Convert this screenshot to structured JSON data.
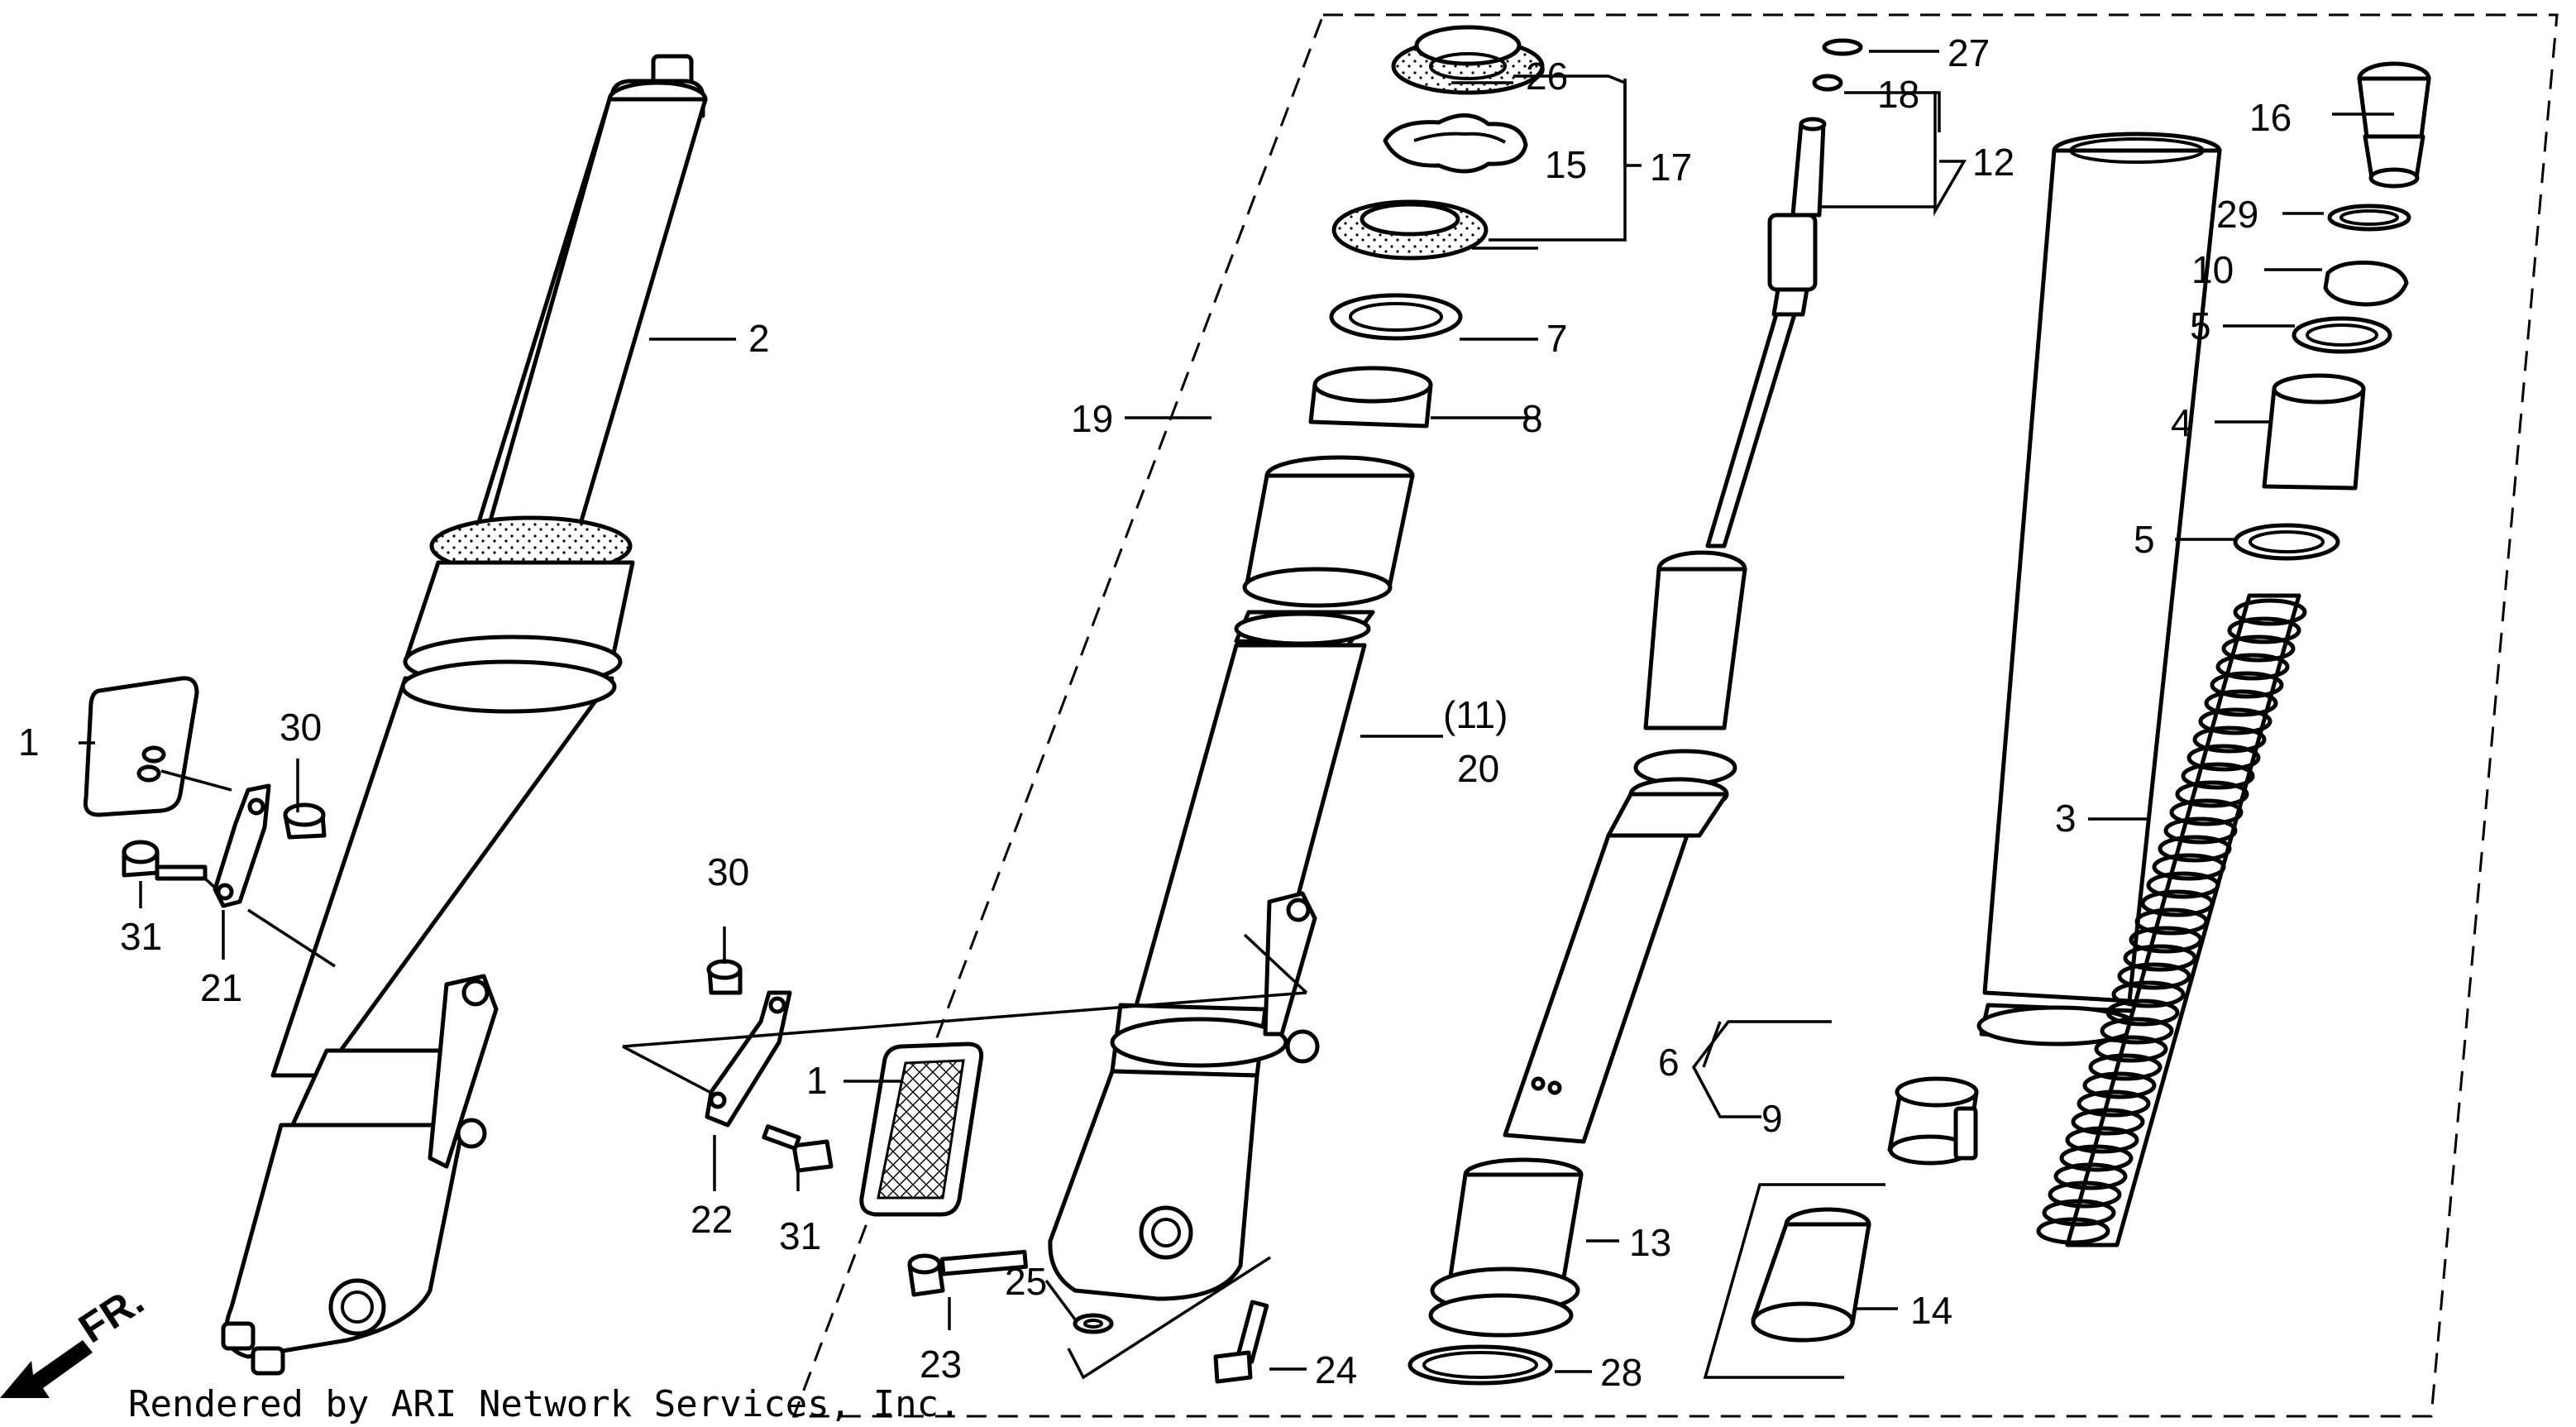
{
  "diagram": {
    "credit": "Rendered by ARI Network Services, Inc.",
    "direction_marker": "FR.",
    "callouts": {
      "c1a": "1",
      "c1b": "1",
      "c2": "2",
      "c3": "3",
      "c4": "4",
      "c5a": "5",
      "c5b": "5",
      "c6": "6",
      "c7": "7",
      "c8": "8",
      "c9": "9",
      "c10": "10",
      "c11": "(11)",
      "c12": "12",
      "c13": "13",
      "c14": "14",
      "c15": "15",
      "c16": "16",
      "c17": "17",
      "c18": "18",
      "c19": "19",
      "c20": "20",
      "c21": "21",
      "c22": "22",
      "c23": "23",
      "c24": "24",
      "c25": "25",
      "c26": "26",
      "c27": "27",
      "c28": "28",
      "c29": "29",
      "c30a": "30",
      "c30b": "30",
      "c31a": "31",
      "c31b": "31"
    }
  }
}
